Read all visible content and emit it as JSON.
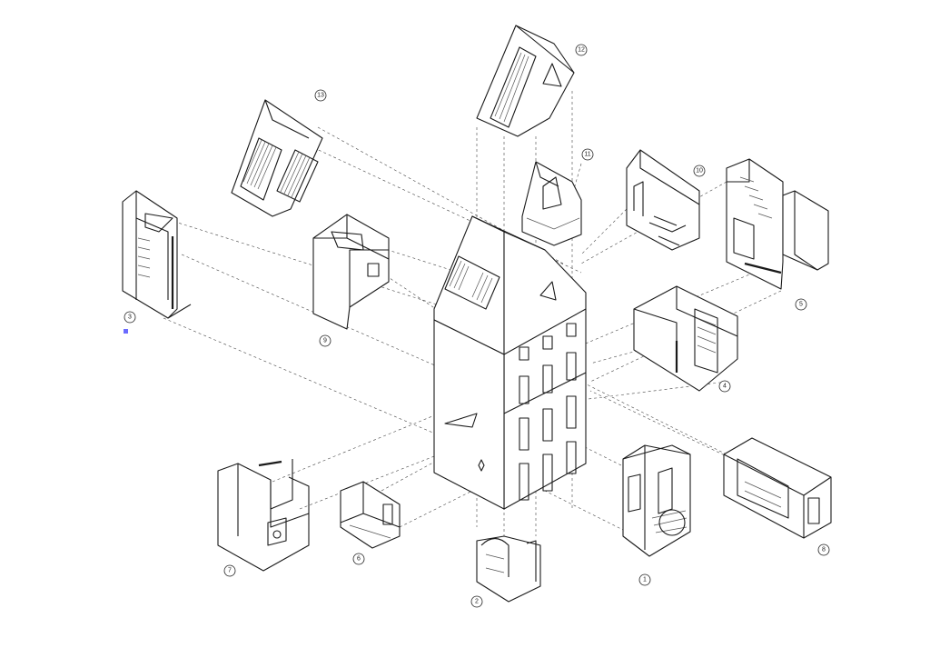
{
  "diagram": {
    "modules": [
      {
        "id": "1",
        "label": "1"
      },
      {
        "id": "2",
        "label": "2"
      },
      {
        "id": "3",
        "label": "3"
      },
      {
        "id": "4",
        "label": "4"
      },
      {
        "id": "5",
        "label": "5"
      },
      {
        "id": "6",
        "label": "6"
      },
      {
        "id": "7",
        "label": "7"
      },
      {
        "id": "8",
        "label": "8"
      },
      {
        "id": "9",
        "label": "9"
      },
      {
        "id": "10",
        "label": "10"
      },
      {
        "id": "11",
        "label": "11"
      },
      {
        "id": "12",
        "label": "12"
      },
      {
        "id": "13",
        "label": "13"
      }
    ],
    "colors": {
      "line": "#1a1a1a",
      "dash": "#444444",
      "background": "#ffffff",
      "cursor": "#6b6bff"
    }
  }
}
